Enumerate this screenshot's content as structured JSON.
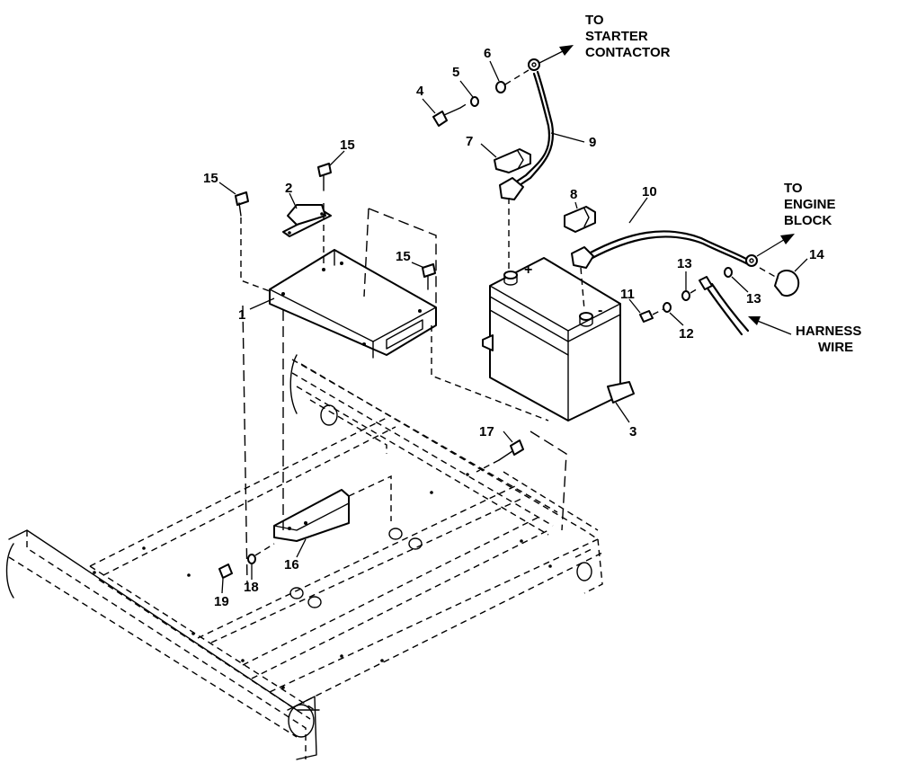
{
  "diagram": {
    "callouts": [
      "1",
      "2",
      "3",
      "4",
      "5",
      "6",
      "7",
      "8",
      "9",
      "10",
      "11",
      "12",
      "13",
      "13",
      "14",
      "15",
      "15",
      "15",
      "16",
      "17",
      "18",
      "19"
    ],
    "annotations": {
      "starter": [
        "TO",
        "STARTER",
        "CONTACTOR"
      ],
      "engine": [
        "TO",
        "ENGINE",
        "BLOCK"
      ],
      "harness": [
        "HARNESS",
        "WIRE"
      ]
    },
    "terminals": {
      "positive": "+",
      "negative": "-"
    }
  }
}
